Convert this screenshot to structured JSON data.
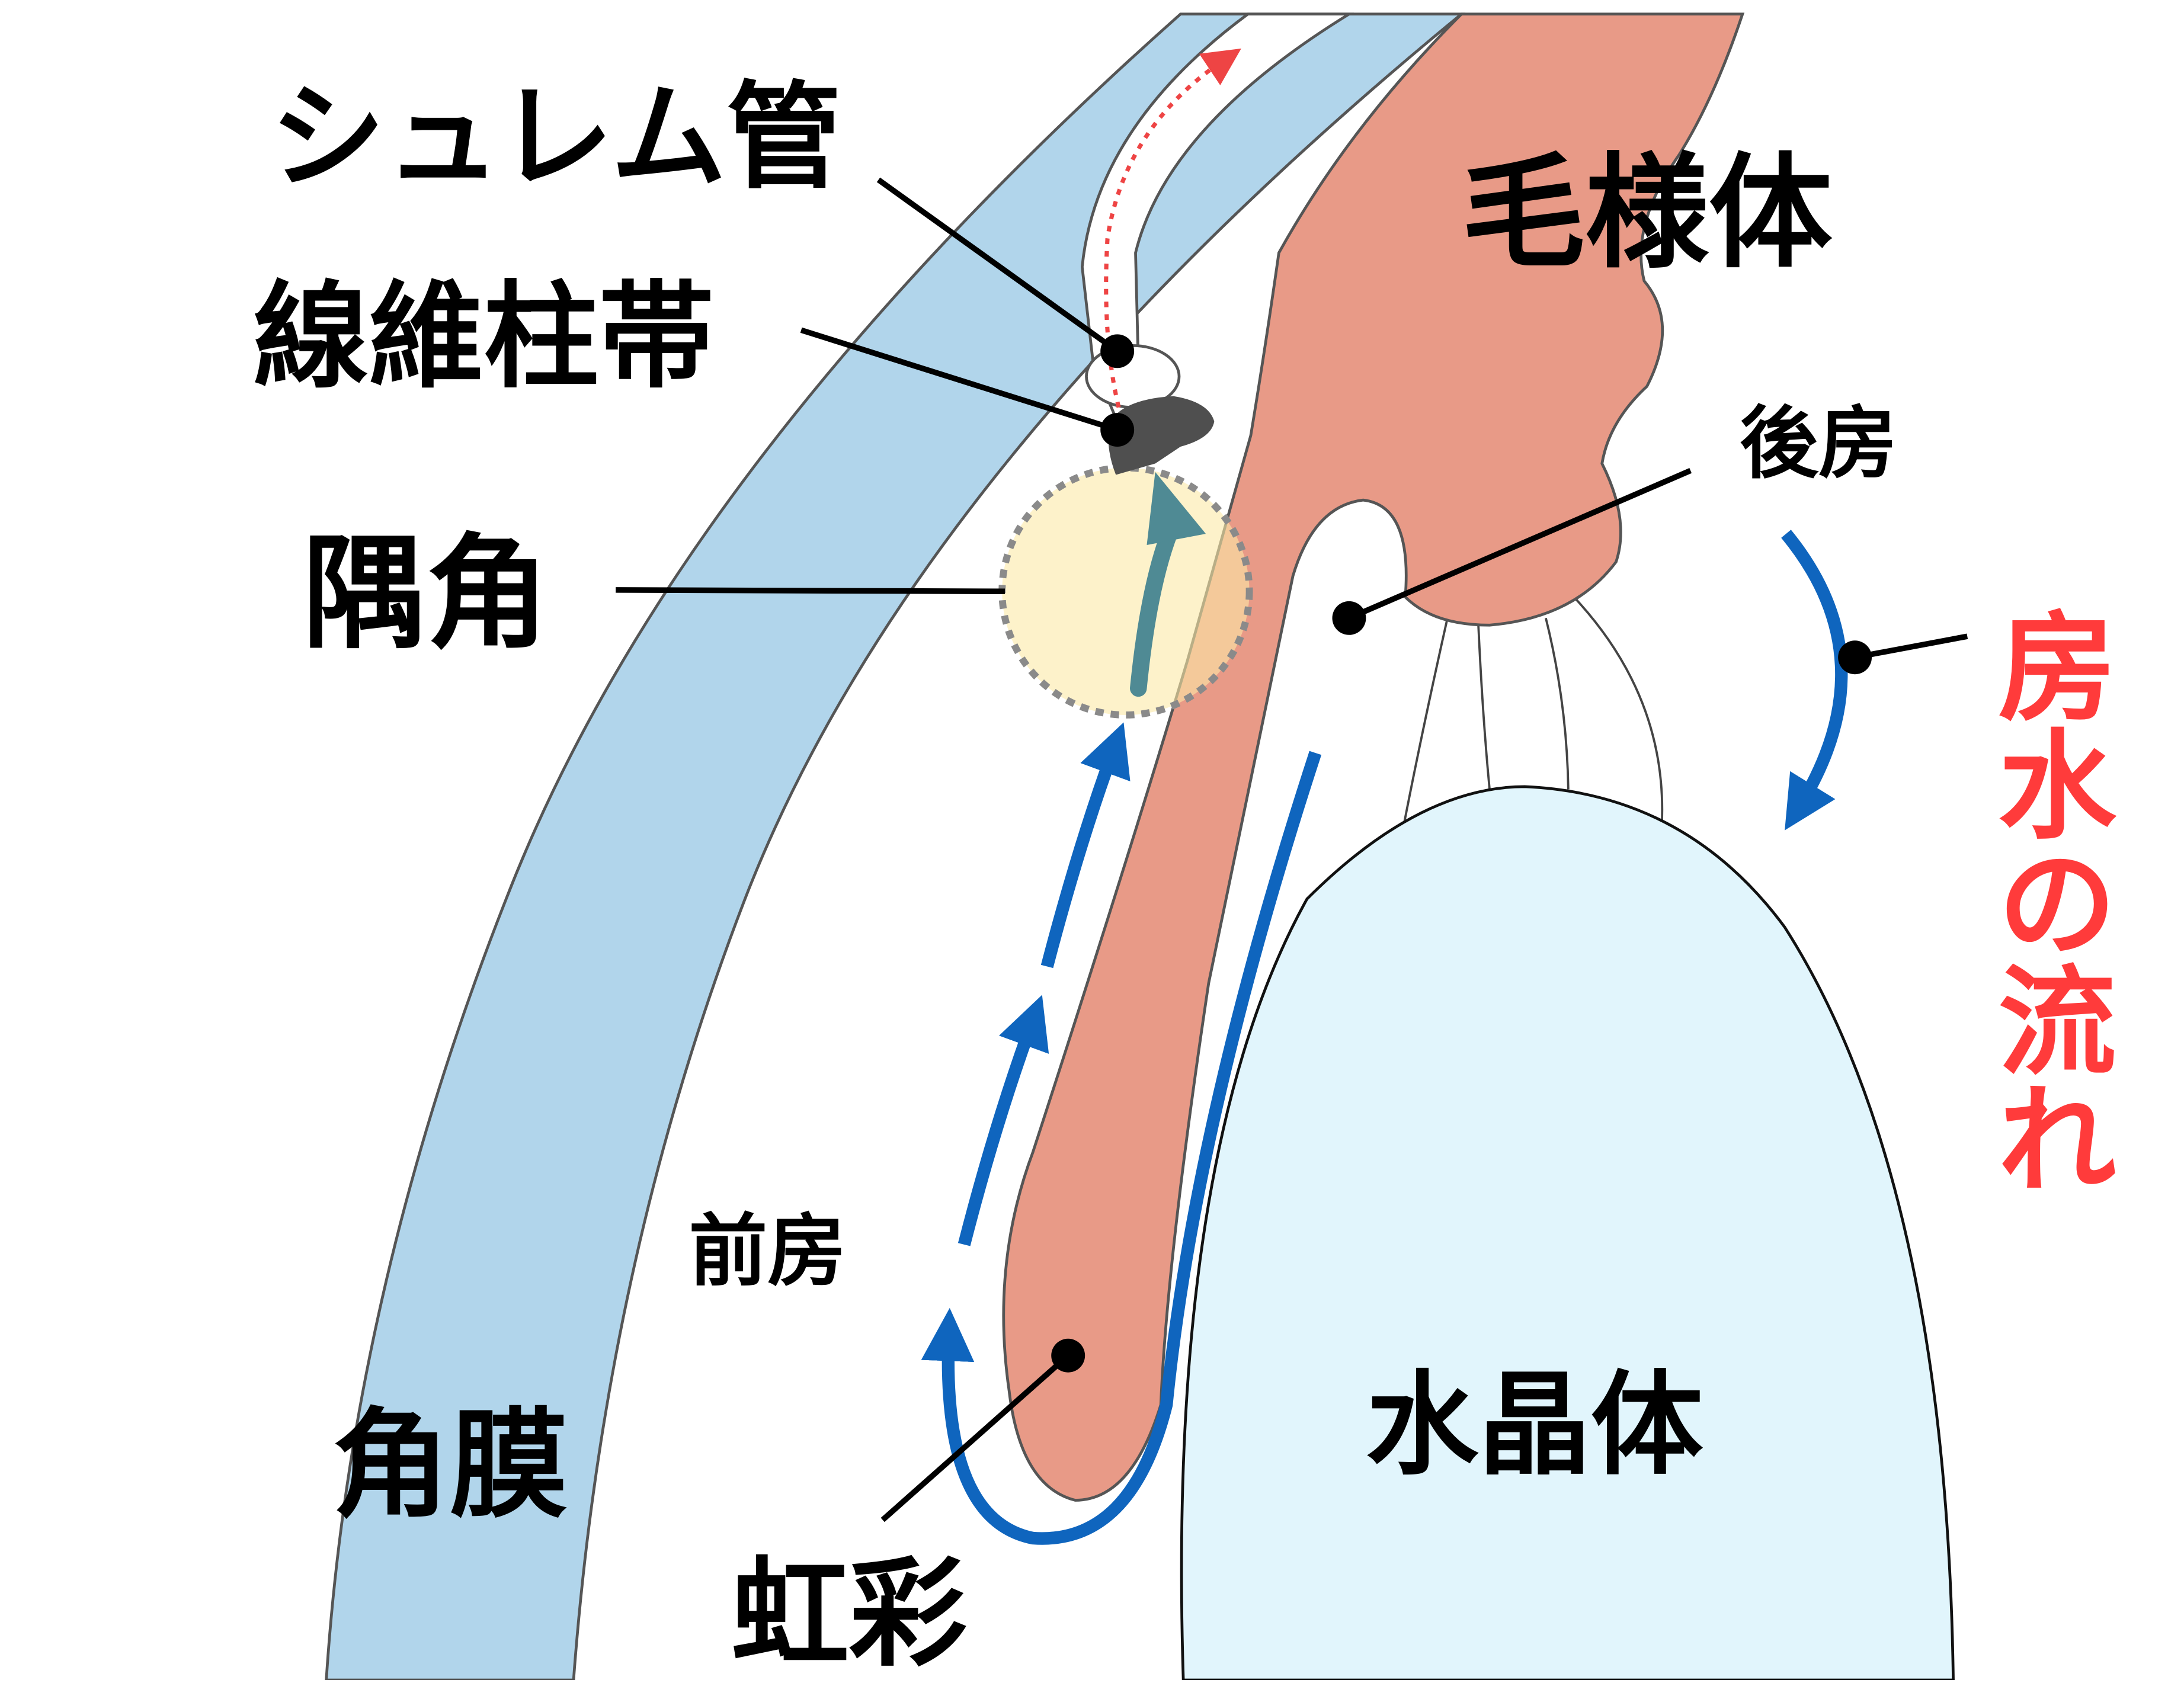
{
  "labels": {
    "schlemm": "シュレム管",
    "trabecular": "線維柱帯",
    "angle": "隅角",
    "ciliary": "毛様体",
    "posterior_chamber": "後房",
    "flow_title_chars": [
      "房",
      "水",
      "の",
      "流",
      "れ"
    ],
    "anterior_chamber": "前房",
    "lens": "水晶体",
    "cornea": "角膜",
    "iris": "虹彩"
  },
  "colors": {
    "cornea": "#b1d5eb",
    "ciliary": "#e89a87",
    "lens": "#e1f5fc",
    "flow_arrow": "#0f65be",
    "flow_title": "#ff3b3b",
    "angle_circle": "#fce9a6",
    "trabecular": "#4f4f4f",
    "outline": "#444444",
    "dotted_arrow": "#ee4444"
  }
}
